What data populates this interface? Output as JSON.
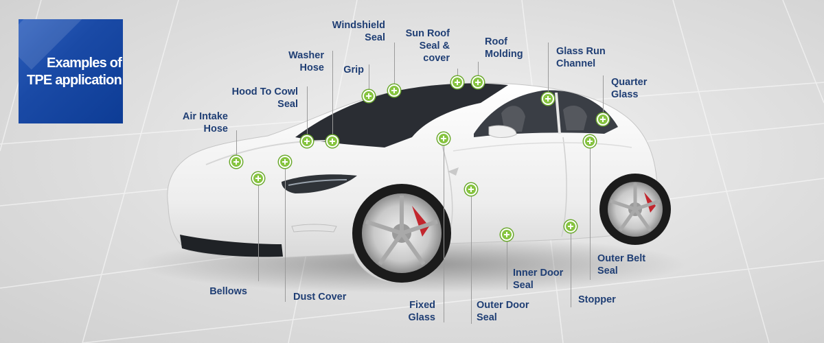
{
  "title": {
    "line1": "Examples of",
    "line2": "TPE application"
  },
  "parts": {
    "windshield_seal": {
      "line1": "Windshield",
      "line2": "Seal"
    },
    "sun_roof_seal": {
      "line1": "Sun Roof",
      "line2": "Seal &",
      "line3": "cover"
    },
    "roof_molding": {
      "line1": "Roof",
      "line2": "Molding"
    },
    "washer_hose": {
      "line1": "Washer",
      "line2": "Hose"
    },
    "grip": {
      "line1": "Grip"
    },
    "glass_run_channel": {
      "line1": "Glass Run",
      "line2": "Channel"
    },
    "quarter_glass": {
      "line1": "Quarter",
      "line2": "Glass"
    },
    "hood_to_cowl_seal": {
      "line1": "Hood To Cowl",
      "line2": "Seal"
    },
    "air_intake_hose": {
      "line1": "Air Intake",
      "line2": "Hose"
    },
    "bellows": {
      "line1": "Bellows"
    },
    "dust_cover": {
      "line1": "Dust Cover"
    },
    "fixed_glass": {
      "line1": "Fixed",
      "line2": "Glass"
    },
    "outer_door_seal": {
      "line1": "Outer Door",
      "line2": "Seal"
    },
    "inner_door_seal": {
      "line1": "Inner Door",
      "line2": "Seal"
    },
    "stopper": {
      "line1": "Stopper"
    },
    "outer_belt_seal": {
      "line1": "Outer Belt",
      "line2": "Seal"
    }
  },
  "colors": {
    "title_bg": "#0d3c95",
    "label_text": "#1f3e74",
    "marker_fill": "#86c43f",
    "car_body": "#f4f4f4"
  }
}
